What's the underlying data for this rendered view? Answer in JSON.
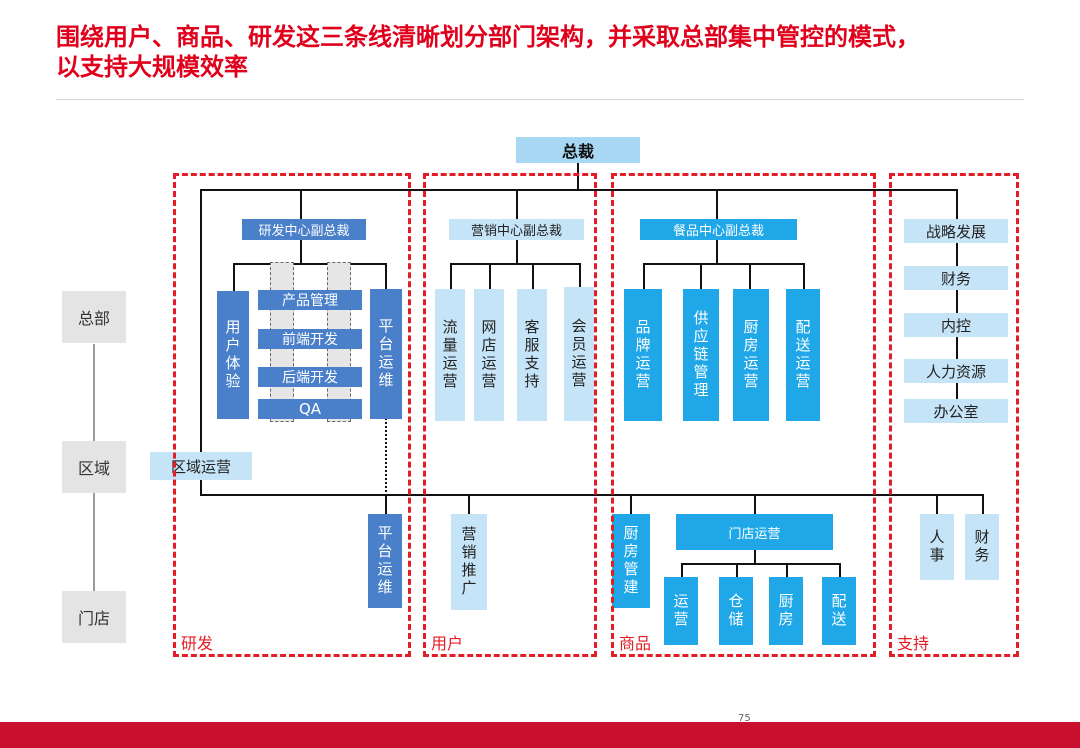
{
  "title": {
    "line1": "围绕用户、商品、研发这三条线清晰划分部门架构，并采取总部集中管控的模式，",
    "line2": "以支持大规模效率"
  },
  "page_number": "75",
  "colors": {
    "title": "#e0001b",
    "region_border": "#e31d25",
    "footer": "#c8102e"
  },
  "levels": {
    "hq": "总部",
    "region": "区域",
    "store": "门店"
  },
  "ceo": "总裁",
  "regions": {
    "rd": "研发",
    "user": "用户",
    "goods": "商品",
    "support": "支持"
  },
  "rd": {
    "vp": "研发中心副总裁",
    "ux": "用户体验",
    "product": "产品管理",
    "frontend": "前端开发",
    "backend": "后端开发",
    "qa": "QA",
    "platform": "平台运维",
    "regional_ops": "区域运营",
    "store_platform": "平台运维"
  },
  "marketing": {
    "vp": "营销中心副总裁",
    "items": [
      "流量运营",
      "网店运营",
      "客服支持",
      "会员运营"
    ],
    "store_promo": "营销推广"
  },
  "food": {
    "vp": "餐品中心副总裁",
    "items": [
      "品牌运营",
      "供应链管理",
      "厨房运营",
      "配送运营"
    ],
    "kitchen_build": "厨房管建",
    "store_ops": "门店运营",
    "store_items": [
      "运营",
      "仓储",
      "厨房",
      "配送"
    ]
  },
  "support": {
    "items": [
      "战略发展",
      "财务",
      "内控",
      "人力资源",
      "办公室"
    ],
    "store_items": [
      "人事",
      "财务"
    ]
  }
}
